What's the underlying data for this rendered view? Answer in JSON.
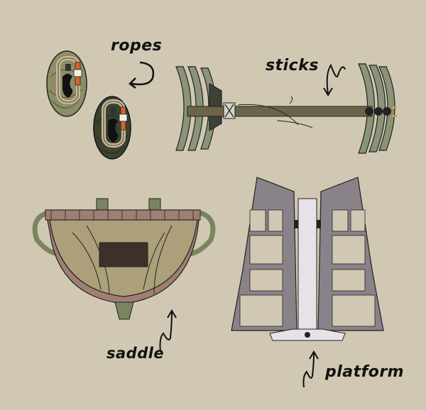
{
  "background": "#d1c8b3",
  "labels": {
    "ropes": "ropes",
    "sticks": "sticks",
    "saddle": "saddle",
    "platform": "platform"
  },
  "colors": {
    "rope_light": "#8c8f66",
    "rope_dark": "#3a4330",
    "carabiner": "#c9b899",
    "carabiner_gate": "#d4642a",
    "stick_green": "#8a9478",
    "stick_pole": "#6b6448",
    "saddle_body": "#aca07a",
    "saddle_trim": "#a07e72",
    "saddle_strap": "#7a8560",
    "saddle_patch": "#3f2f29",
    "platform_frame": "#8a8289",
    "platform_center": "#e6e2e8",
    "ink": "#111111"
  },
  "items": [
    {
      "id": "ropes",
      "icon": "rope-carabiner-icon"
    },
    {
      "id": "sticks",
      "icon": "climbing-sticks-icon"
    },
    {
      "id": "saddle",
      "icon": "saddle-icon"
    },
    {
      "id": "platform",
      "icon": "platform-icon"
    }
  ]
}
